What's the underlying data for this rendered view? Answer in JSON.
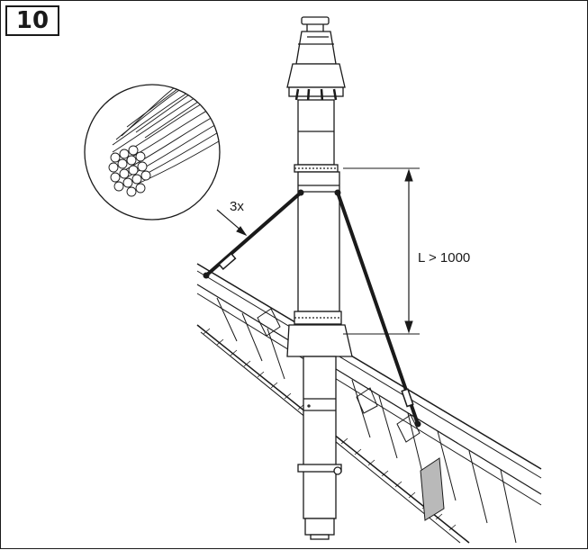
{
  "figure": {
    "step_number": "10",
    "cable_count_label": "3x",
    "length_label": "L > 1000"
  },
  "icons": {
    "cable_detail": "cable-cross-section-icon",
    "flue": "vertical-flue-terminal-icon",
    "roof": "pitched-roof-tiles-icon"
  },
  "colors": {
    "line": "#1a1a1a",
    "flashing_fill": "#b9b9b9"
  }
}
